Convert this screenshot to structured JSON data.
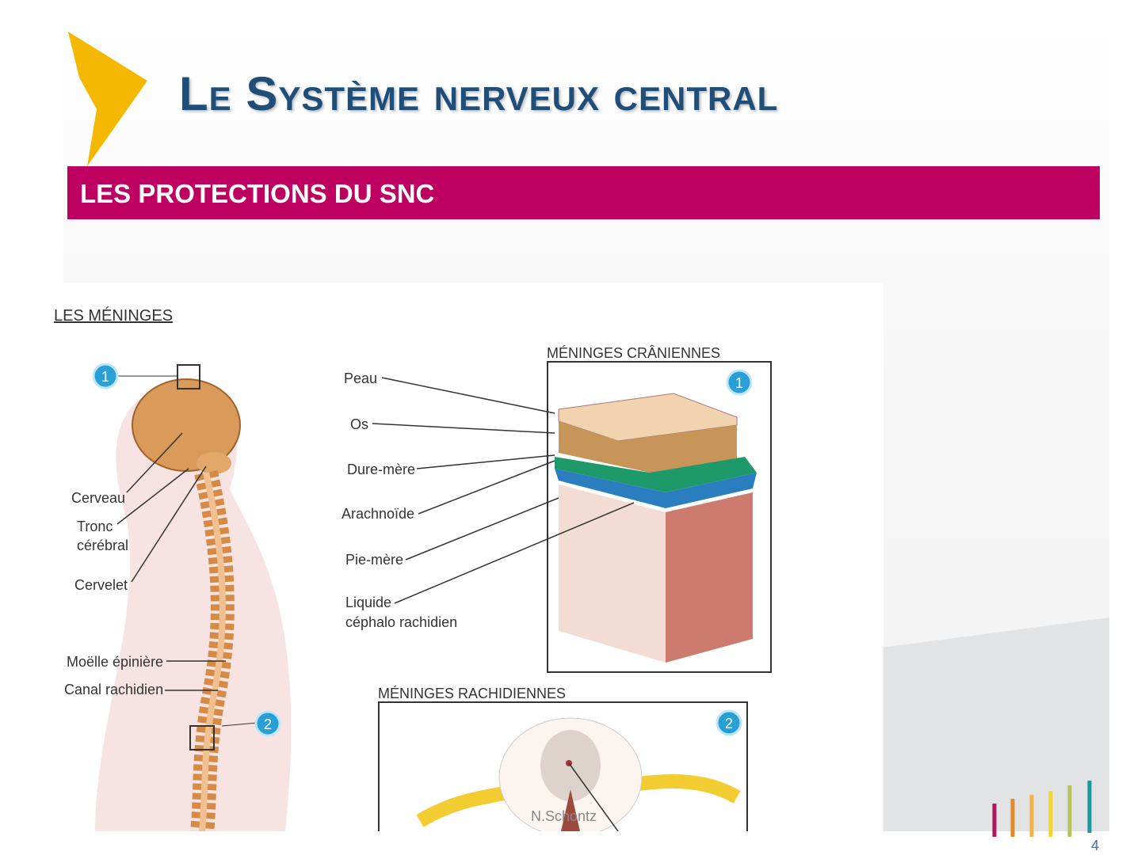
{
  "slide": {
    "title": "Le Système nerveux central",
    "section": "LES PROTECTIONS DU SNC",
    "page_number": "4",
    "colors": {
      "title": "#1f4e79",
      "section_bar": "#be0060",
      "chevron": "#f5b800"
    }
  },
  "figure": {
    "heading": "LES MÉNINGES",
    "left_labels": [
      "Cerveau",
      "Tronc",
      "cérébral",
      "Cervelet",
      "Moëlle épinière",
      "Canal rachidien"
    ],
    "cranial_title": "MÉNINGES CRÂNIENNES",
    "cranial_labels": [
      "Peau",
      "Os",
      "Dure-mère",
      "Arachnoïde",
      "Pie-mère",
      "Liquide",
      "céphalo rachidien"
    ],
    "spinal_title": "MÉNINGES RACHIDIENNES",
    "markers": [
      "1",
      "2"
    ],
    "watermark": "N.Schontz"
  },
  "logo": {
    "bar_colors": [
      "#b5135f",
      "#e4892a",
      "#f0b34a",
      "#f3d42c",
      "#b7c45a",
      "#1a9a9e"
    ]
  }
}
